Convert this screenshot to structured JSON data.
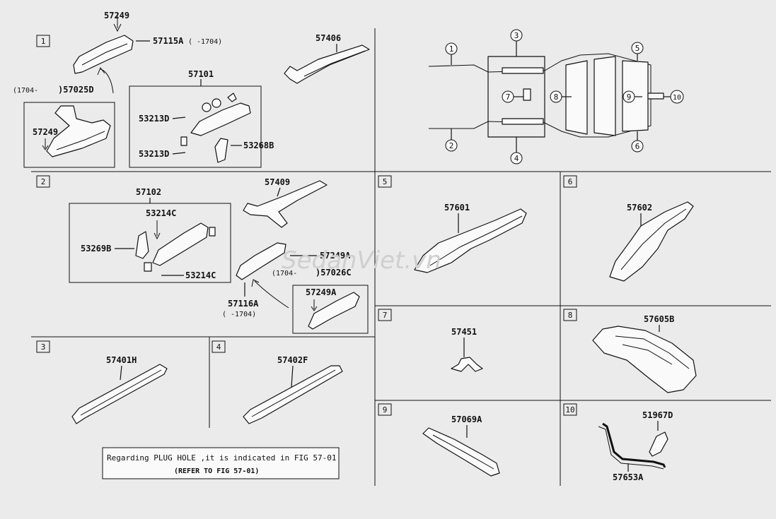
{
  "sections": {
    "s1": "1",
    "s2": "2",
    "s3": "3",
    "s4": "4",
    "s5": "5",
    "s6": "6",
    "s7": "7",
    "s8": "8",
    "s9": "9",
    "s10": "10"
  },
  "overview_callouts": [
    "1",
    "2",
    "3",
    "4",
    "5",
    "6",
    "7",
    "8",
    "9",
    "10"
  ],
  "parts": {
    "p57249_top": "57249",
    "p57115A": "57115A",
    "p57115A_range": "(    -1704)",
    "p1704_left": "(1704-",
    "p57025D": ")57025D",
    "p57249_box": "57249",
    "p57101": "57101",
    "p53213D_a": "53213D",
    "p53213D_b": "53213D",
    "p53268B": "53268B",
    "p57406": "57406",
    "p57102": "57102",
    "p53214C_a": "53214C",
    "p53269B": "53269B",
    "p53214C_b": "53214C",
    "p57409": "57409",
    "p57249A_a": "57249A",
    "p1704_mid": "(1704-",
    "p57026C": ")57026C",
    "p57249A_b": "57249A",
    "p57116A": "57116A",
    "p57116A_range": "(    -1704)",
    "p57401H": "57401H",
    "p57402F": "57402F",
    "p57601": "57601",
    "p57602": "57602",
    "p57451": "57451",
    "p57605B": "57605B",
    "p57069A": "57069A",
    "p51967D": "51967D",
    "p57653A": "57653A"
  },
  "note": {
    "line1": "Regarding PLUG HOLE ,it is indicated in FIG 57-01",
    "line2": "(REFER TO FIG 57-01)"
  },
  "watermark": "SedanViet.vn"
}
